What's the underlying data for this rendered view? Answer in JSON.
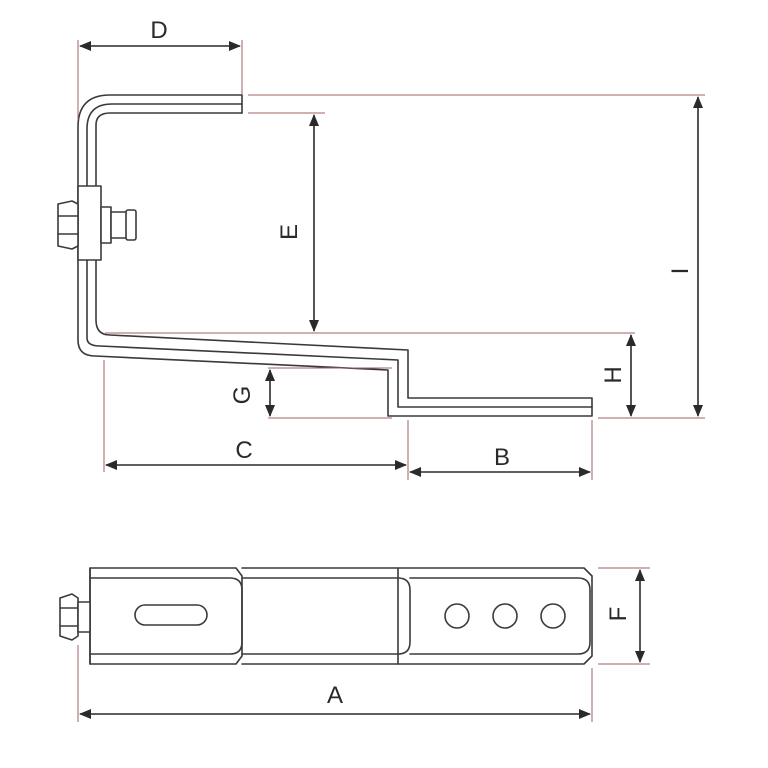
{
  "dimensions": {
    "A": "A",
    "B": "B",
    "C": "C",
    "D": "D",
    "E": "E",
    "F": "F",
    "G": "G",
    "H": "H",
    "I": "I"
  },
  "colors": {
    "outline": "#3a3a3a",
    "extension_line": "#a06060",
    "dimension_line": "#2a2a2a"
  }
}
